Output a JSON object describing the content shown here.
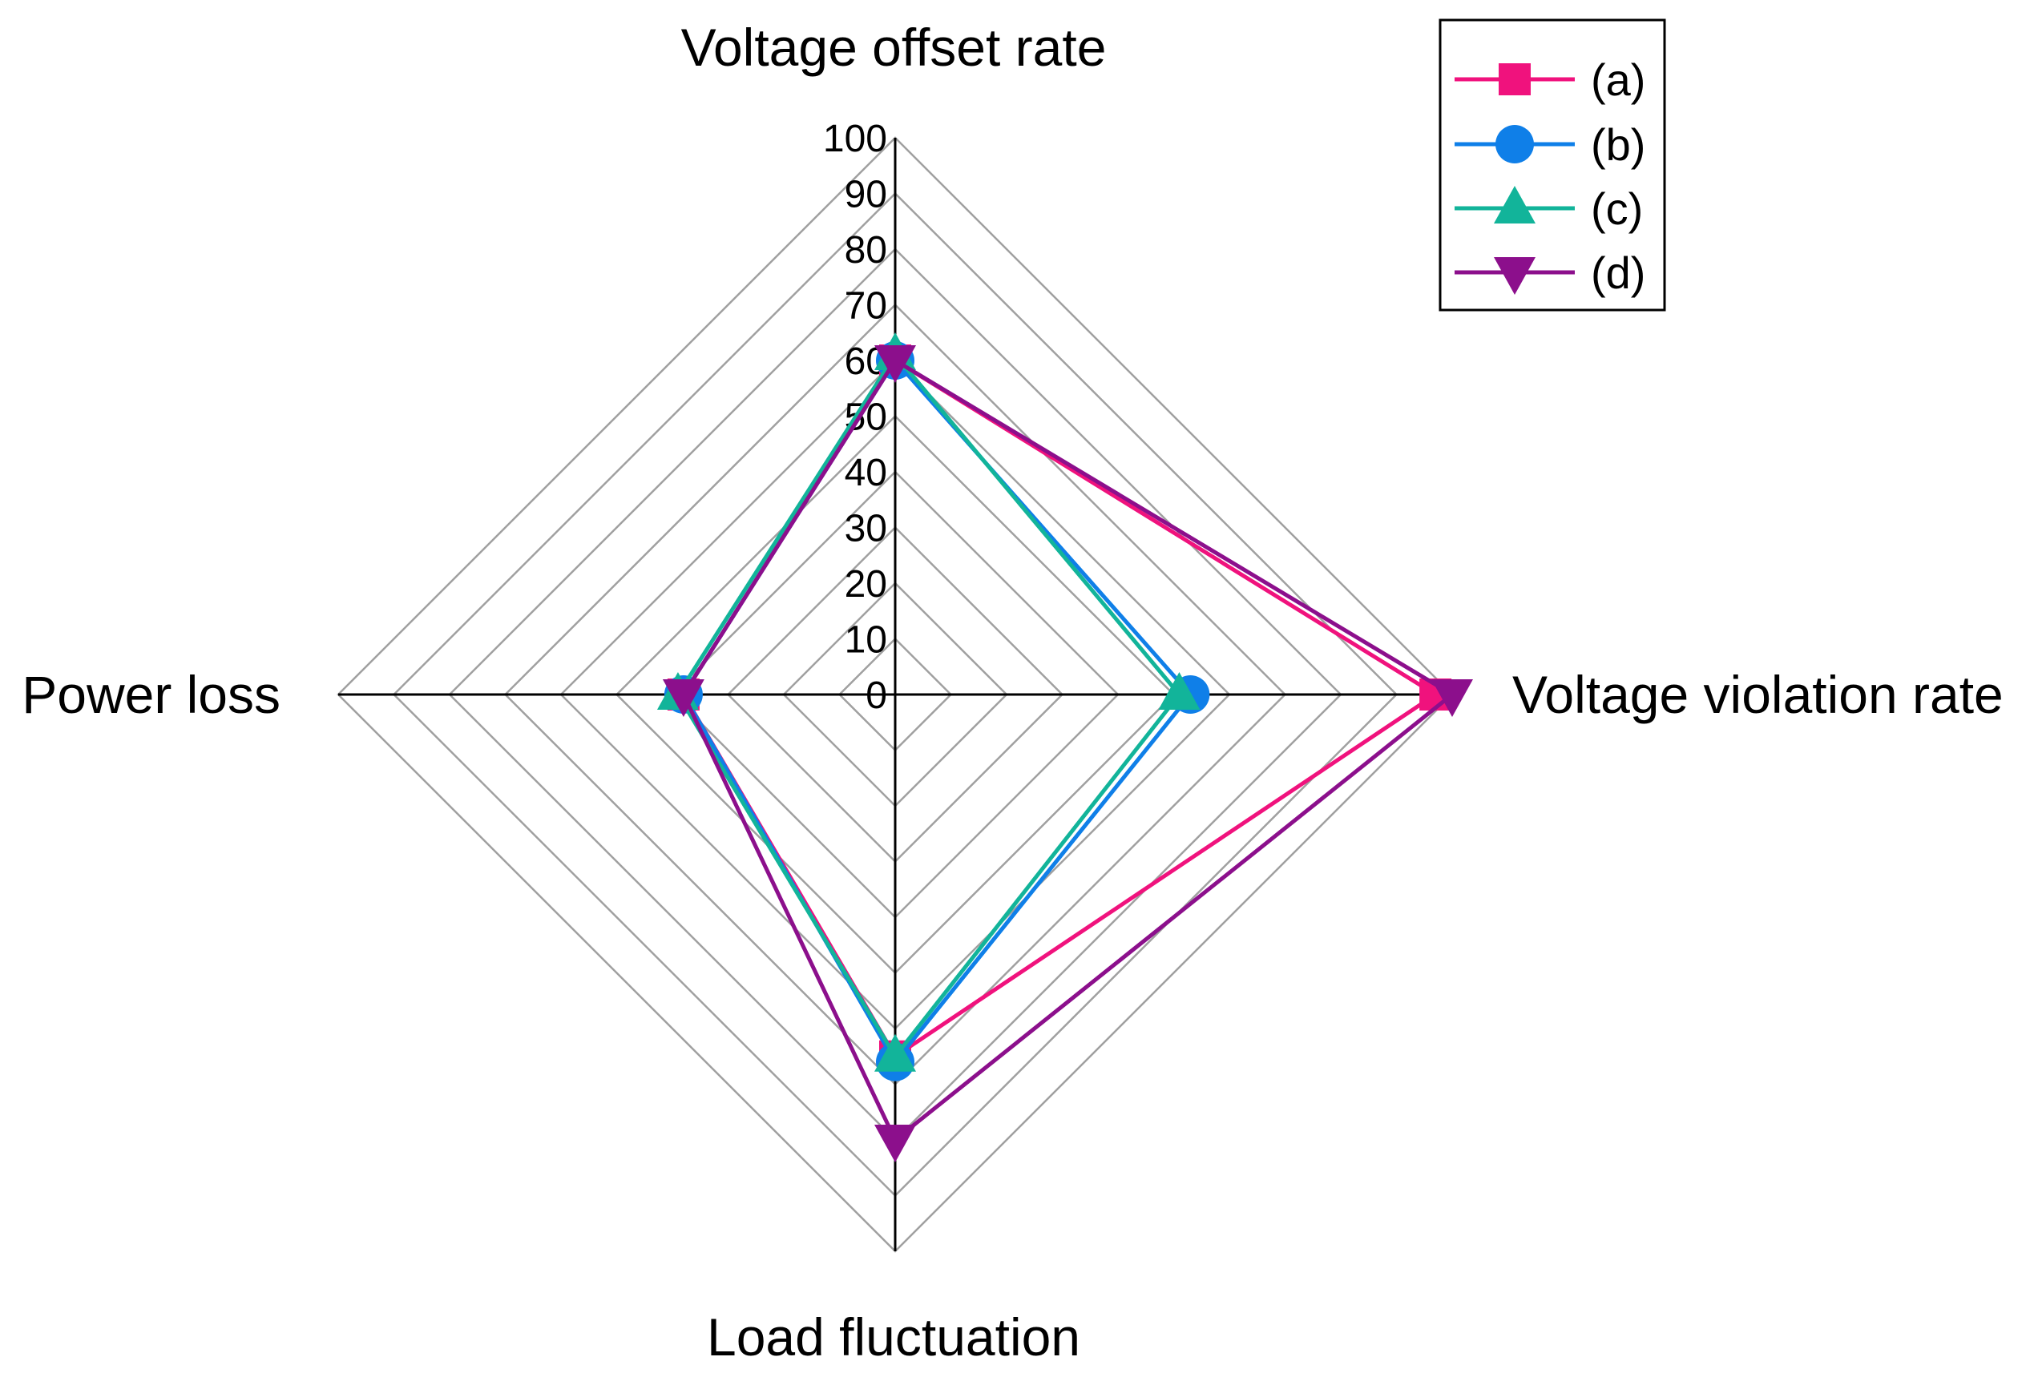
{
  "chart_data": {
    "type": "radar",
    "axes": [
      "Voltage offset rate",
      "Voltage violation rate",
      "Load fluctuation",
      "Power loss"
    ],
    "ticks": [
      "0",
      "10",
      "20",
      "30",
      "40",
      "50",
      "60",
      "70",
      "80",
      "90",
      "100"
    ],
    "range": [
      0,
      100
    ],
    "grid": true,
    "legend_position": "top-right",
    "series": [
      {
        "name": "(a)",
        "marker": "square",
        "color": "#f0127d",
        "values": [
          60,
          97,
          65,
          38
        ]
      },
      {
        "name": "(b)",
        "marker": "circle",
        "color": "#0f7fe8",
        "values": [
          60,
          53,
          66,
          38
        ]
      },
      {
        "name": "(c)",
        "marker": "triangle-up",
        "color": "#12b49a",
        "values": [
          61,
          51,
          65,
          39
        ]
      },
      {
        "name": "(d)",
        "marker": "triangle-down",
        "color": "#8c0f8c",
        "values": [
          60,
          100,
          80,
          38
        ]
      }
    ]
  }
}
